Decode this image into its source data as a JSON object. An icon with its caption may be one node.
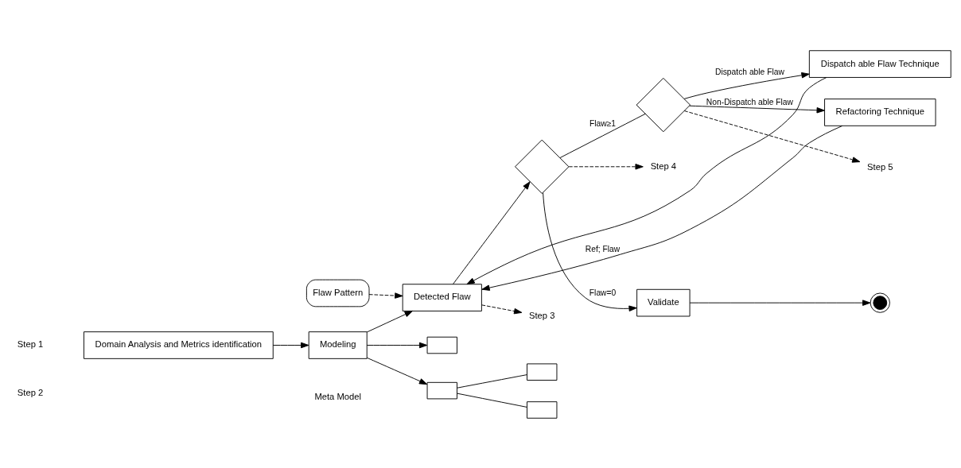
{
  "diagram": {
    "nodes": [
      {
        "text": [
          "Domain Analysis and Metrics identification"
        ]
      },
      {
        "text": [
          "Modeling"
        ]
      },
      {
        "text": [
          "Flaw Pattern"
        ]
      },
      {
        "text": [
          "Detected Flaw"
        ]
      },
      {
        "text": [],
        "shape": "diamond"
      },
      {
        "text": [
          "Validate"
        ]
      },
      {
        "text": [],
        "shape": "circle"
      },
      {
        "text": [],
        "shape": "diamond"
      },
      {
        "text": [
          "Dispatch able Flaw Technique"
        ]
      },
      {
        "text": [
          "Refactoring Technique"
        ]
      },
      {
        "text": [
          "Step 3"
        ]
      },
      {
        "text": [
          "Step 4"
        ]
      },
      {
        "text": [
          "Step 5"
        ]
      },
      {
        "text": [],
        "shape": "box"
      },
      {
        "text": [],
        "shape": "box"
      },
      {
        "text": [],
        "shape": "box"
      },
      {
        "text": [],
        "shape": "box"
      }
    ],
    "edges": [
      {
        "from": 0,
        "to": 1,
        "arrow": "to"
      },
      {
        "from": 1,
        "to": 3,
        "arrow": "to"
      },
      {
        "from": 2,
        "to": 3,
        "arrow": "to",
        "style": "dashed"
      },
      {
        "from": 3,
        "to": 4,
        "arrow": "to"
      },
      {
        "from": 4,
        "to": 5,
        "arrow": "to",
        "label": "Flaw=0"
      },
      {
        "from": 5,
        "to": 6,
        "arrow": "to"
      },
      {
        "from": 4,
        "to": 7,
        "arrow": "none",
        "label": "Flaw≥1"
      },
      {
        "from": 7,
        "to": 8,
        "arrow": "to",
        "label": "Dispatch able Flaw"
      },
      {
        "from": 7,
        "to": 9,
        "arrow": "to",
        "label": "Non-Dispatch able Flaw"
      },
      {
        "from": 8,
        "to": 3,
        "arrow": "to"
      },
      {
        "from": 9,
        "to": 3,
        "arrow": "to",
        "label": "Ref; Flaw"
      },
      {
        "from": 3,
        "to": 10,
        "arrow": "to",
        "style": "dashed"
      },
      {
        "from": 4,
        "to": 11,
        "arrow": "to",
        "style": "dashed"
      },
      {
        "from": 7,
        "to": 12,
        "arrow": "to",
        "style": "dashed"
      },
      {
        "from": 1,
        "to": 13,
        "arrow": "to"
      },
      {
        "from": 1,
        "to": 14,
        "arrow": "to"
      },
      {
        "from": 13,
        "to": 15,
        "arrow": "none"
      },
      {
        "from": 13,
        "to": 16,
        "arrow": "none"
      }
    ],
    "labels": [
      "Step 1",
      "Step 2",
      "Meta Model"
    ]
  }
}
